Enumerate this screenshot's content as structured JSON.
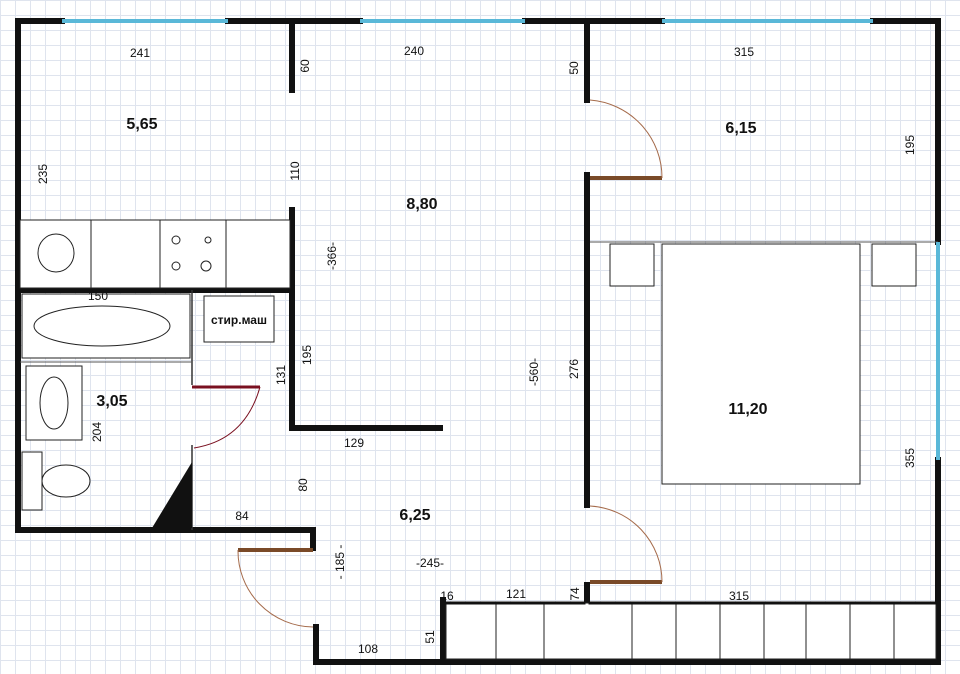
{
  "areas": {
    "kitchen": "5,65",
    "living": "8,80",
    "bedroom_small": "6,15",
    "bedroom_main": "11,20",
    "bathroom": "3,05",
    "hallway": "6,25"
  },
  "dims": {
    "d241": "241",
    "d240": "240",
    "d315_top": "315",
    "d60": "60",
    "d50": "50",
    "d235": "235",
    "d110": "110",
    "d195_right": "195",
    "d366": "-366-",
    "d150": "150",
    "d195_mid": "195",
    "d131": "131",
    "d560": "-560-",
    "d276": "276",
    "d204": "204",
    "d129": "129",
    "d80": "80",
    "d355": "355",
    "d84": "84",
    "d185": "- 185 -",
    "d245": "-245-",
    "d16": "16",
    "d121": "121",
    "d74": "74",
    "d315_bottom": "315",
    "d51": "51",
    "d108": "108"
  },
  "labels": {
    "washer": "стир.маш"
  },
  "colors": {
    "wall": "#111111",
    "window": "#5ab8d8",
    "door": "#7a4a28",
    "grid": "#dfe4ee"
  }
}
